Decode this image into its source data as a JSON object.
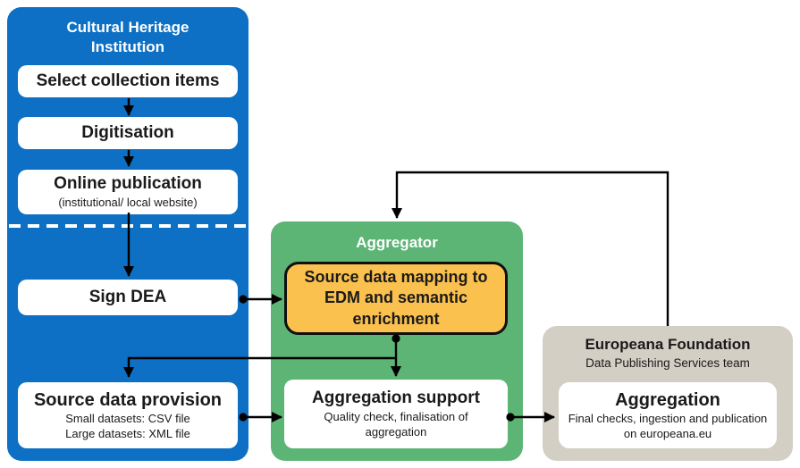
{
  "colors": {
    "chi_blue": "#0d70c4",
    "aggregator_green": "#5cb475",
    "mapping_orange": "#fbc14e",
    "europeana_beige": "#d4cfc4",
    "connector_black": "#000000",
    "node_white": "#ffffff"
  },
  "chi": {
    "title": "Cultural Heritage Institution",
    "select": "Select collection items",
    "digitisation": "Digitisation",
    "online_publication": "Online publication",
    "online_publication_sub": "(institutional/ local website)",
    "sign_dea": "Sign DEA",
    "source_data_provision": "Source data provision",
    "source_data_sub1": "Small datasets: CSV file",
    "source_data_sub2": "Large datasets: XML file"
  },
  "aggregator": {
    "title": "Aggregator",
    "mapping": "Source data mapping to EDM and semantic enrichment",
    "support": "Aggregation support",
    "support_sub": "Quality check, finalisation of aggregation"
  },
  "europeana": {
    "title": "Europeana Foundation",
    "subtitle": "Data Publishing Services team",
    "aggregation": "Aggregation",
    "aggregation_sub": "Final checks, ingestion and publication on europeana.eu"
  }
}
